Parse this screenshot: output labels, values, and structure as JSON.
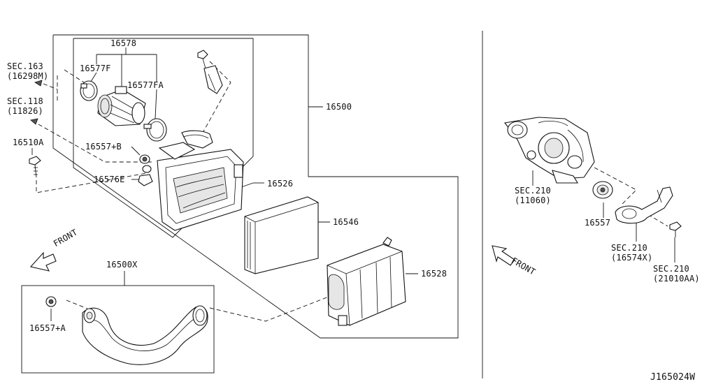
{
  "diagram_id": "J165024W",
  "front_labels": {
    "left": "FRONT",
    "right": "FRONT"
  },
  "callouts": {
    "p16578": "16578",
    "p16577F": "16577F",
    "p16577FA": "16577FA",
    "p16500": "16500",
    "p16510A": "16510A",
    "p16557B": "16557+B",
    "p16576E": "16576E",
    "p16526": "16526",
    "p16546": "16546",
    "p16528": "16528",
    "p16500X": "16500X",
    "p16557A": "16557+A",
    "p16557": "16557"
  },
  "section_refs": {
    "sec163": {
      "line1": "SEC.163",
      "line2": "(16298M)"
    },
    "sec118": {
      "line1": "SEC.118",
      "line2": "(11826)"
    },
    "sec210a": {
      "line1": "SEC.210",
      "line2": "(11060)"
    },
    "sec210b": {
      "line1": "SEC.210",
      "line2": "(16574X)"
    },
    "sec210c": {
      "line1": "SEC.210",
      "line2": "(21010AA)"
    }
  }
}
